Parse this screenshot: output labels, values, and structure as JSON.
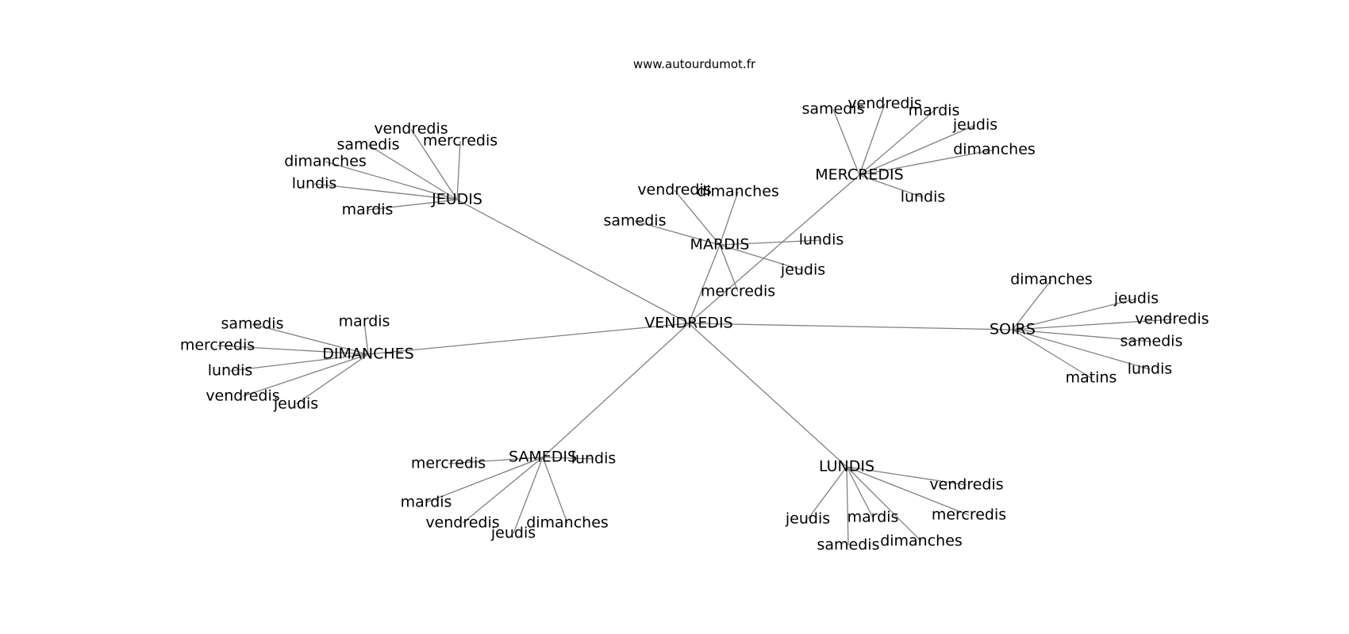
{
  "source": "www.autourdumot.fr",
  "graph": {
    "center": "VENDREDIS",
    "hubs": [
      {
        "word": "JEUDIS",
        "neighbors": [
          "vendredis",
          "mercredis",
          "samedis",
          "dimanches",
          "lundis",
          "mardis"
        ]
      },
      {
        "word": "MERCREDIS",
        "neighbors": [
          "samedis",
          "vendredis",
          "mardis",
          "jeudis",
          "dimanches",
          "lundis"
        ]
      },
      {
        "word": "MARDIS",
        "neighbors": [
          "vendredis",
          "dimanches",
          "samedis",
          "lundis",
          "jeudis",
          "mercredis"
        ]
      },
      {
        "word": "DIMANCHES",
        "neighbors": [
          "samedis",
          "mardis",
          "mercredis",
          "lundis",
          "vendredis",
          "jeudis"
        ]
      },
      {
        "word": "SOIRS",
        "neighbors": [
          "dimanches",
          "jeudis",
          "vendredis",
          "samedis",
          "lundis",
          "matins"
        ]
      },
      {
        "word": "SAMEDIS",
        "neighbors": [
          "mercredis",
          "lundis",
          "mardis",
          "vendredis",
          "dimanches",
          "jeudis"
        ]
      },
      {
        "word": "LUNDIS",
        "neighbors": [
          "vendredis",
          "mercredis",
          "jeudis",
          "mardis",
          "dimanches",
          "samedis"
        ]
      }
    ]
  }
}
